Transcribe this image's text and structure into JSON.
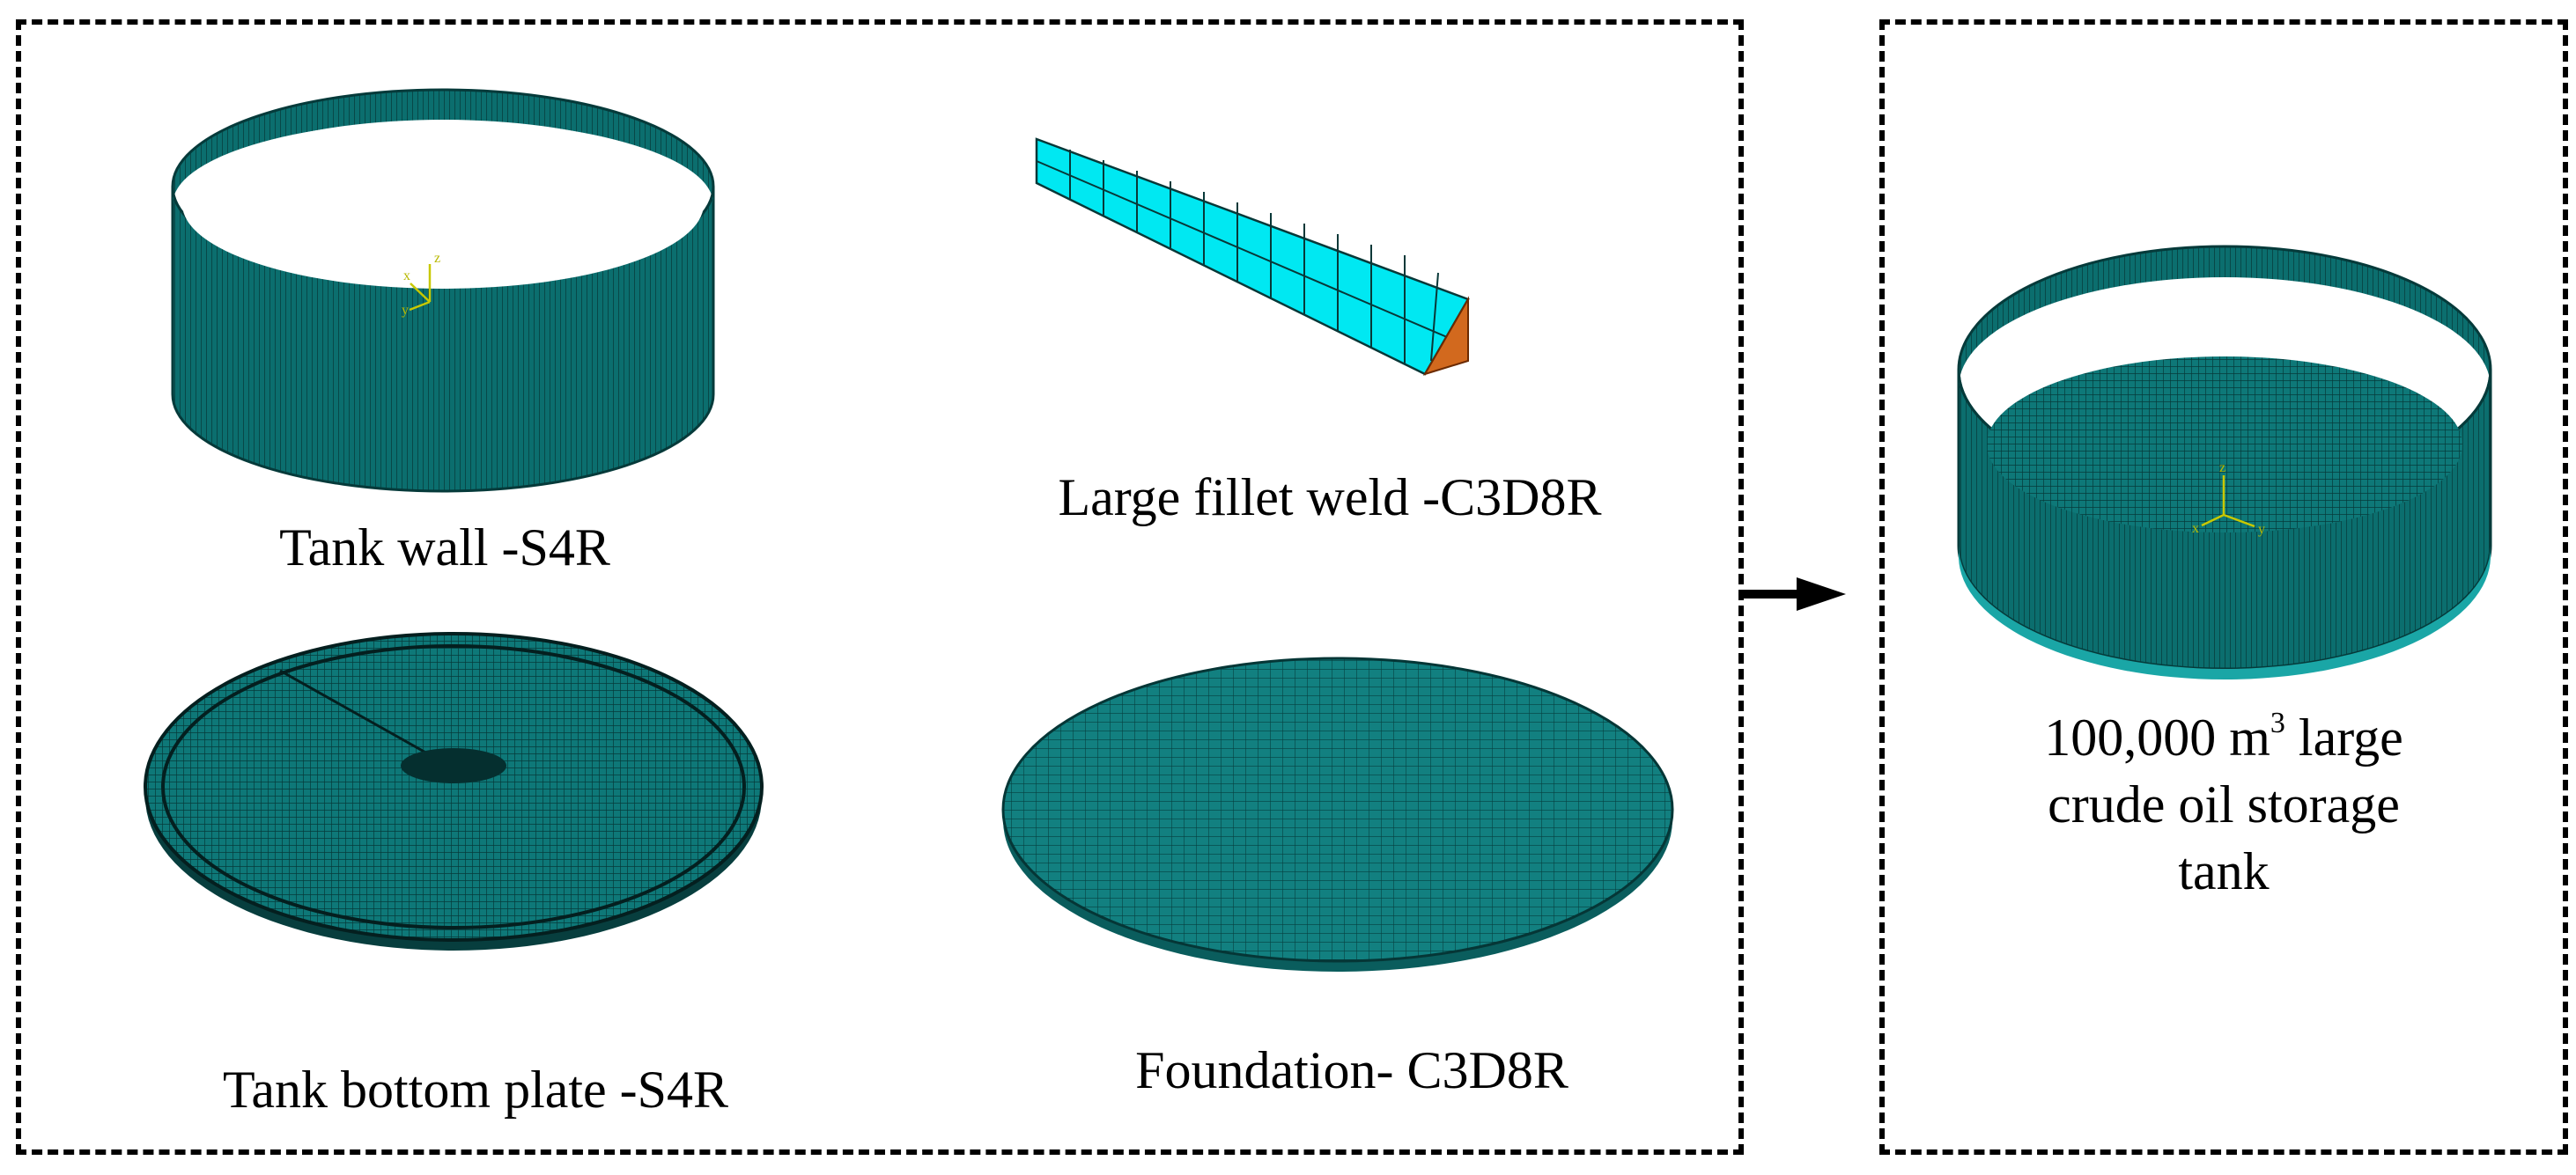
{
  "panels": {
    "tank_wall": {
      "caption": "Tank wall -S4R"
    },
    "fillet_weld": {
      "caption": "Large fillet weld -C3D8R"
    },
    "bottom_plate": {
      "caption": "Tank bottom plate -S4R"
    },
    "foundation": {
      "caption": "Foundation- C3D8R"
    }
  },
  "assembly": {
    "caption_value": "100,000",
    "caption_unit": "m",
    "caption_exponent": "3",
    "caption_line1_rest": "large",
    "caption_line2": "crude oil storage",
    "caption_line3": "tank"
  },
  "axis_labels": {
    "x": "x",
    "y": "y",
    "z": "z"
  },
  "colors": {
    "mesh_fill": "#0b6e6e",
    "mesh_line": "#063c3c",
    "weld_face": "#00e5f0",
    "weld_end": "#d2691e",
    "triad": "#d4d400"
  }
}
